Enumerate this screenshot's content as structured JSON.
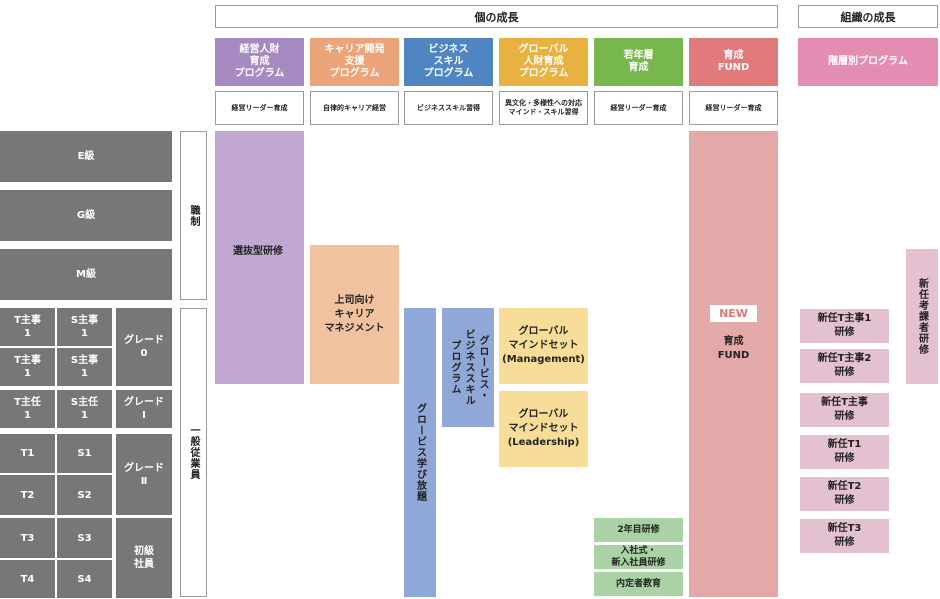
{
  "headers": {
    "individual": "個の成長",
    "organization": "組織の成長"
  },
  "programs": [
    {
      "name": "経営人財\n育成\nプログラム",
      "purpose": "経営リーダー育成",
      "color": "#a58bc2"
    },
    {
      "name": "キャリア開発\n支援\nプログラム",
      "purpose": "自律的キャリア経営",
      "color": "#eba47a"
    },
    {
      "name": "ビジネス\nスキル\nプログラム",
      "purpose": "ビジネススキル習得",
      "color": "#4f86c2"
    },
    {
      "name": "グローバル\n人財育成\nプログラム",
      "purpose": "異文化・多様性への対応\nマインド・スキル習得",
      "color": "#e7b23f"
    },
    {
      "name": "若年層\n育成",
      "purpose": "経営リーダー育成",
      "color": "#78b64e"
    },
    {
      "name": "育成\nFUND",
      "purpose": "経営リーダー育成",
      "color": "#e17a7a"
    }
  ],
  "org_program": {
    "name": "階層別プログラム",
    "color": "#e48db3"
  },
  "grades": {
    "management": [
      "E級",
      "G級",
      "M級"
    ],
    "general": {
      "t_col": [
        "T主事\n1",
        "T主事\n1",
        "T主任\n1",
        "T1",
        "T2",
        "T3",
        "T4"
      ],
      "s_col": [
        "S主事\n1",
        "S主事\n1",
        "S主任\n1",
        "S1",
        "S2",
        "S3",
        "S4"
      ],
      "groups": [
        "グレード\n0",
        "グレード\nⅠ",
        "グレード\nⅡ",
        "初級\n社員"
      ]
    }
  },
  "tiers": {
    "management": "職制",
    "general": "一般従業員"
  },
  "bars": {
    "selective": "選抜型研修",
    "career": "上司向け\nキャリア\nマネジメント",
    "globis_free": "グロービス学び放題",
    "globis_skill": "グロービス・\nビジネススキル\nプログラム",
    "global_mgmt": "グローバル\nマインドセット\n(Management)",
    "global_leader": "グローバル\nマインドセット\n(Leadership)",
    "young_2nd": "2年目研修",
    "young_new": "入社式・\n新入社員研修",
    "young_offer": "内定者教育",
    "fund_new": "NEW",
    "fund_label": "育成\nFUND"
  },
  "org_items": [
    "新任T主事1\n研修",
    "新任T主事2\n研修",
    "新任T主事\n研修",
    "新任T1\n研修",
    "新任T2\n研修",
    "新任T3\n研修"
  ],
  "org_side": "新任考課者研修"
}
